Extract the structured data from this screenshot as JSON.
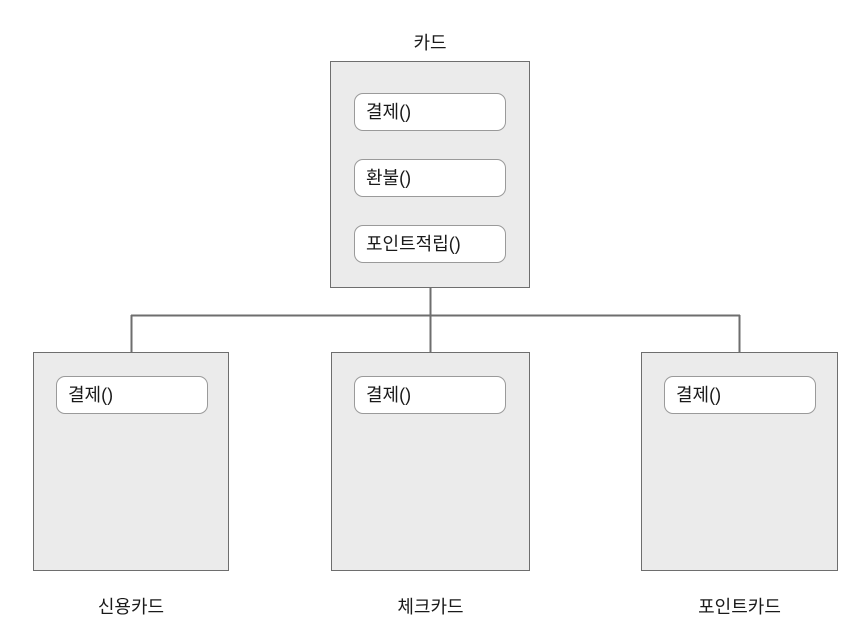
{
  "diagram": {
    "title_label": "카드",
    "parent": {
      "name": "카드",
      "methods": [
        {
          "label": "결제()"
        },
        {
          "label": "환불()"
        },
        {
          "label": "포인트적립()"
        }
      ]
    },
    "children": [
      {
        "name": "신용카드",
        "methods": [
          {
            "label": "결제()"
          }
        ]
      },
      {
        "name": "체크카드",
        "methods": [
          {
            "label": "결제()"
          }
        ]
      },
      {
        "name": "포인트카드",
        "methods": [
          {
            "label": "결제()"
          }
        ]
      }
    ],
    "colors": {
      "node_fill": "#ebebeb",
      "node_border": "#6e6e6e",
      "pill_fill": "#ffffff",
      "pill_border": "#9a9a9a",
      "connector": "#6e6e6e",
      "text": "#1a1a1a",
      "background": "#ffffff"
    }
  }
}
